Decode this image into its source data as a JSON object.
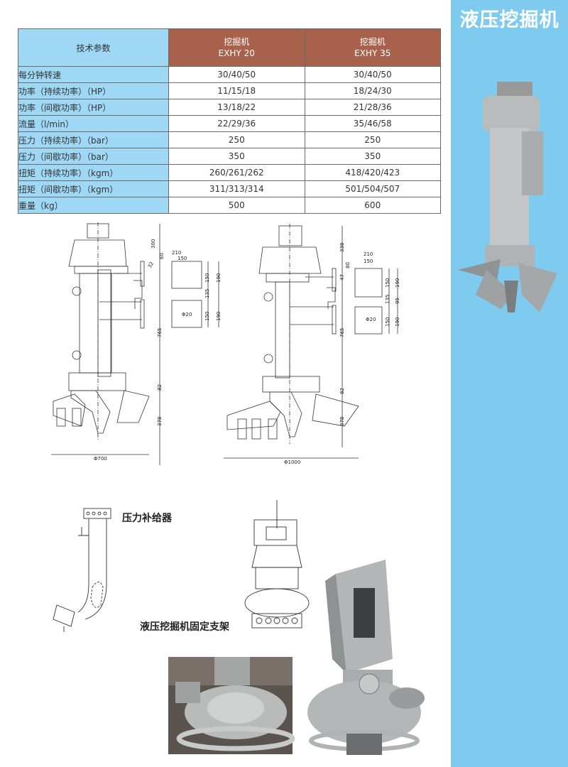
{
  "title": "液压挖掘机",
  "table": {
    "header": {
      "param": "技术参数",
      "models": [
        {
          "name": "挖掘机",
          "code": "EXHY 20"
        },
        {
          "name": "挖掘机",
          "code": "EXHY 35"
        }
      ]
    },
    "rows": [
      {
        "param": "每分钟转速",
        "v1": "30/40/50",
        "v2": "30/40/50"
      },
      {
        "param": "功率（持续功率）（HP）",
        "v1": "11/15/18",
        "v2": "18/24/30"
      },
      {
        "param": "功率（间歇功率）（HP）",
        "v1": "13/18/22",
        "v2": "21/28/36"
      },
      {
        "param": "流量（l/min）",
        "v1": "22/29/36",
        "v2": "35/46/58"
      },
      {
        "param": "压力（持续功率）（bar）",
        "v1": "250",
        "v2": "250"
      },
      {
        "param": "压力（间歇功率）（bar）",
        "v1": "350",
        "v2": "350"
      },
      {
        "param": "扭矩（持续功率）（kgm）",
        "v1": "260/261/262",
        "v2": "418/420/423"
      },
      {
        "param": "扭矩（间歇功率）（kgm）",
        "v1": "311/313/314",
        "v2": "501/504/507"
      },
      {
        "param": "重量（kg）",
        "v1": "500",
        "v2": "600"
      }
    ]
  },
  "drawing1": {
    "d300": "300",
    "d60": "60",
    "d32": "32",
    "d210": "210",
    "d150a": "150",
    "d150b": "150",
    "d190a": "190",
    "d135": "135",
    "d150c": "150",
    "d190b": "190",
    "phi20": "Φ20",
    "d765": "765",
    "d82": "82",
    "d378": "378",
    "width": "Φ700"
  },
  "drawing2": {
    "d338": "338",
    "d80": "80",
    "d47": "47",
    "d210": "210",
    "d150a": "150",
    "d150b": "150",
    "d190a": "190",
    "d135": "135",
    "d95": "95",
    "d150c": "150",
    "d190b": "190",
    "phi20": "Φ20",
    "d765": "765",
    "d82": "82",
    "d378": "378",
    "width": "Φ1000"
  },
  "labels": {
    "pressure_compensator": "压力补给器",
    "fixed_bracket": "液压挖掘机固定支架"
  },
  "colors": {
    "sidebar": "#7fcbef",
    "header_brown": "#a8614a",
    "param_blue": "#9fd8f4"
  }
}
